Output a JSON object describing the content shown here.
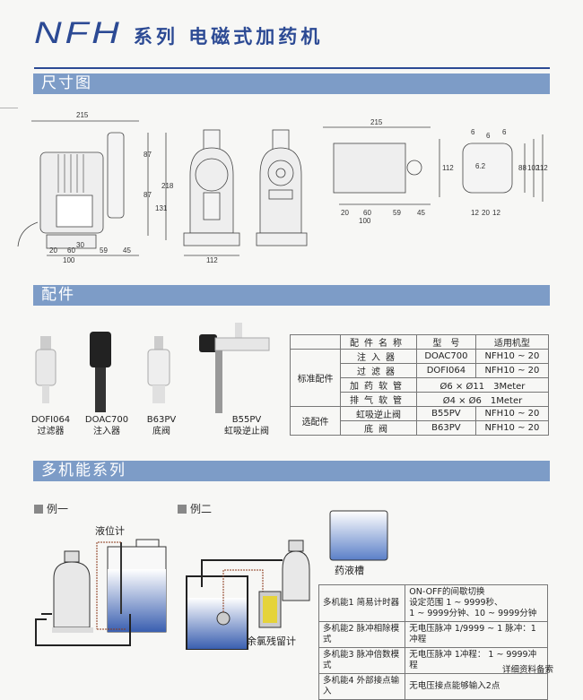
{
  "header": {
    "model": "NFH",
    "subtitle": "系列 电磁式加药机"
  },
  "sections": {
    "dimensions": "尺寸图",
    "accessories": "配件",
    "multifunction": "多机能系列"
  },
  "drawings": {
    "side": [
      "215",
      "87",
      "87",
      "131",
      "218",
      "30",
      "20",
      "60",
      "59",
      "45",
      "100"
    ],
    "front": [
      "112"
    ],
    "top": [
      "215",
      "112",
      "20",
      "60",
      "59",
      "45",
      "100"
    ],
    "base": [
      "6",
      "6",
      "6",
      "6.2",
      "88",
      "102",
      "112",
      "12",
      "20",
      "12"
    ]
  },
  "accessories": [
    {
      "model": "DOFI064",
      "name": "过滤器"
    },
    {
      "model": "DOAC700",
      "name": "注入器"
    },
    {
      "model": "B63PV",
      "name": "底阀"
    },
    {
      "model": "B55PV",
      "name": "虹吸逆止阀"
    }
  ],
  "accessory_table": {
    "headers": [
      "",
      "配件名称",
      "型　号",
      "适用机型"
    ],
    "groups": [
      {
        "group": "标准配件",
        "rows": [
          {
            "name": "注入器",
            "model": "DOAC700",
            "fit": "NFH10 ~ 20"
          },
          {
            "name": "过滤器",
            "model": "DOFI064",
            "fit": "NFH10 ~ 20"
          },
          {
            "name": "加药软管",
            "spec": "Ø6 × Ø11　3Meter"
          },
          {
            "name": "排气软管",
            "spec": "Ø4 × Ø6　1Meter"
          }
        ]
      },
      {
        "group": "选配件",
        "rows": [
          {
            "name": "虹吸逆止阀",
            "model": "B55PV",
            "fit": "NFH10 ~ 20"
          },
          {
            "name": "底阀",
            "model": "B63PV",
            "fit": "NFH10 ~ 20"
          }
        ]
      }
    ]
  },
  "examples": {
    "ex1": {
      "label": "例一",
      "level_gauge": "液位计"
    },
    "ex2": {
      "label": "例二",
      "tank": "药液槽",
      "chlorine_meter": "余氯残留计"
    }
  },
  "function_table": [
    {
      "name": "多机能1 简易计时器",
      "desc": [
        "ON-OFF的间歇切换",
        "设定范围 1 ~ 9999秒、",
        "1 ~ 9999分钟、10 ~ 9999分钟"
      ]
    },
    {
      "name": "多机能2 脉冲相除模式",
      "desc": [
        "无电压脉冲 1/9999 ~ 1 脉冲：1冲程"
      ]
    },
    {
      "name": "多机能3 脉冲倍数模式",
      "desc": [
        "无电压脉冲 1冲程： 1 ~ 9999冲程"
      ]
    },
    {
      "name": "多机能4 外部接点输入",
      "desc": [
        "无电压接点能够输入2点"
      ]
    }
  ],
  "footer_note": "详细资料备索",
  "colors": {
    "brand": "#2c4a94",
    "section_bar": "#7d9cc7",
    "liquid": "#3a5fb0"
  }
}
